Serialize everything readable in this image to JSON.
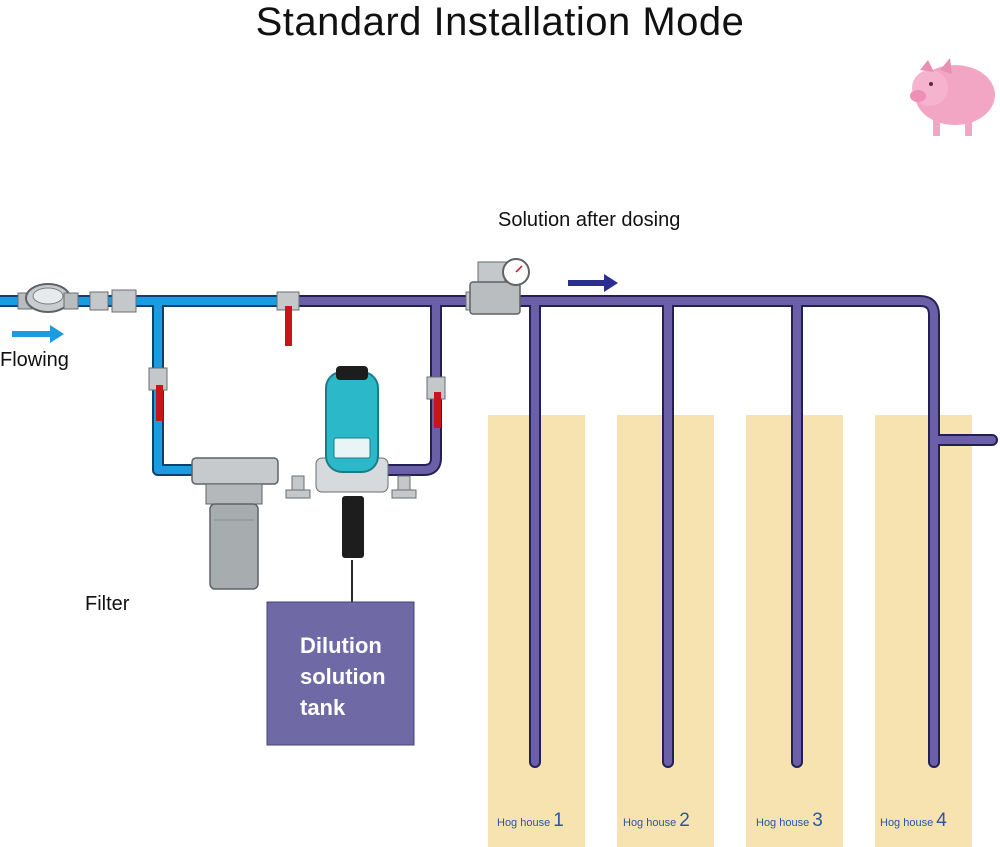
{
  "title": "Standard Installation Mode",
  "labels": {
    "flowing": "Flowing",
    "filter": "Filter",
    "solution_after_dosing": "Solution after dosing"
  },
  "tank": {
    "lines": [
      "Dilution",
      "solution",
      "tank"
    ]
  },
  "hog_houses": [
    {
      "label": "Hog house",
      "number": "1"
    },
    {
      "label": "Hog house",
      "number": "2"
    },
    {
      "label": "Hog house",
      "number": "3"
    },
    {
      "label": "Hog house",
      "number": "4"
    }
  ],
  "colors": {
    "inlet_pipe": "#1b9be0",
    "dosed_pipe": "#6b60a8",
    "tank": "#6f6aa6",
    "hog_house": "#f6e3b0",
    "valve_handle": "#c8141c",
    "flow_arrow_inlet": "#1b9be0",
    "flow_arrow_outlet": "#2a2f8f",
    "doser_body": "#2bb8c8",
    "hog_label": "#2b56a8"
  },
  "icons": [
    "pig-icon",
    "water-meter-icon",
    "filter-icon",
    "dosing-pump-icon",
    "pressure-regulator-icon",
    "valve-icon"
  ]
}
